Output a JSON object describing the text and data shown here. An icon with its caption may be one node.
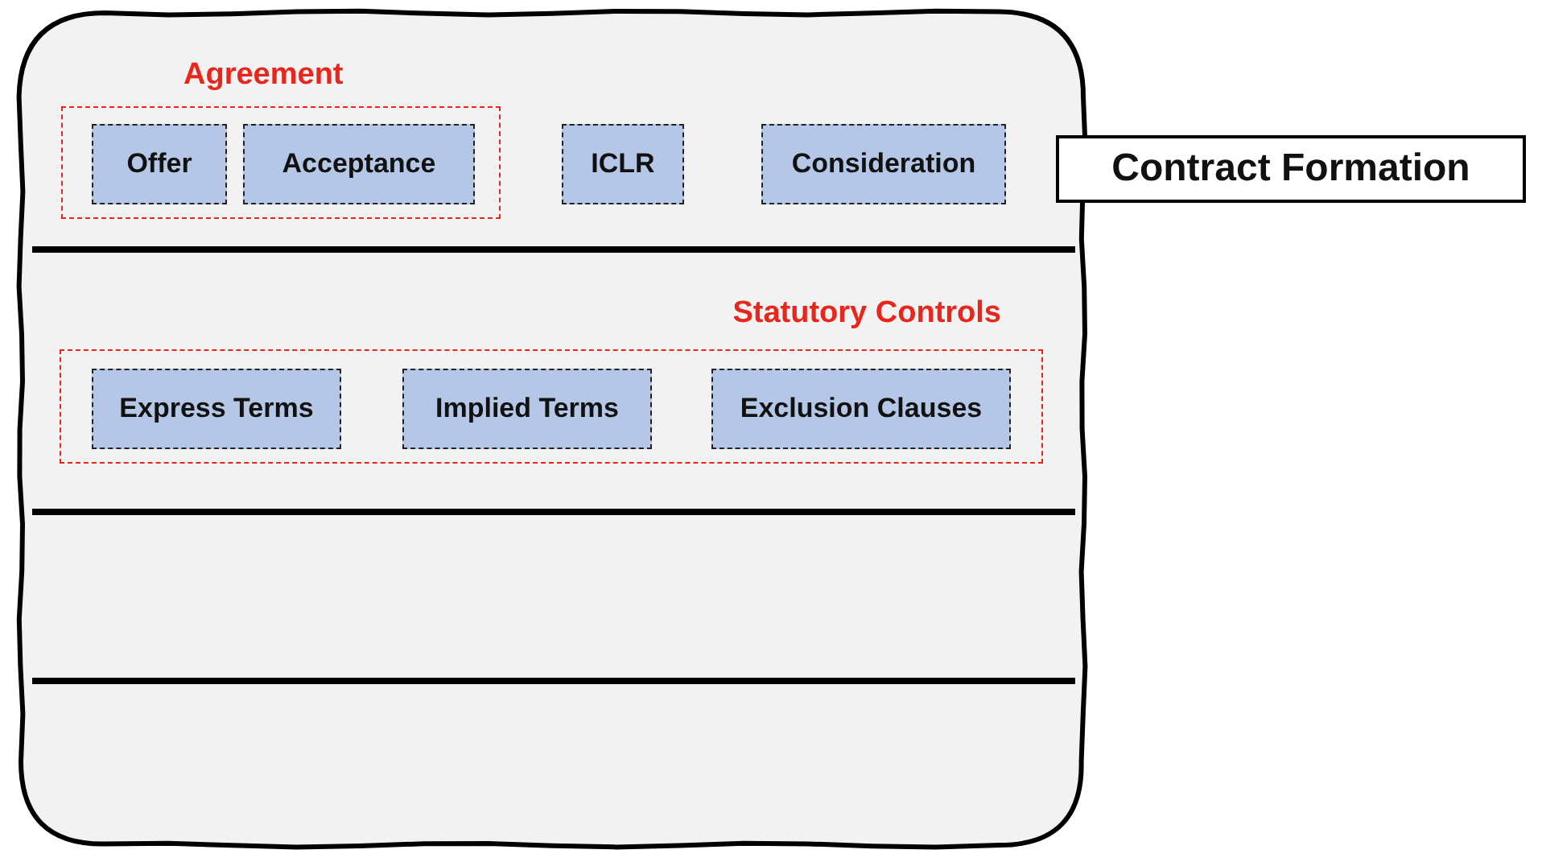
{
  "diagram": {
    "nodes": [
      {
        "text": [],
        "shape": "box"
      },
      {
        "text": [
          "Agreement"
        ],
        "in": 0
      },
      {
        "text": [
          "Offer"
        ],
        "in": 1
      },
      {
        "text": [
          "Acceptance"
        ],
        "in": 1
      },
      {
        "text": [
          "ICLR"
        ],
        "in": 0
      },
      {
        "text": [
          "Consideration"
        ],
        "in": 0
      },
      {
        "text": [
          "Statutory Controls"
        ],
        "in": 0
      },
      {
        "text": [
          "Express Terms"
        ],
        "in": 6
      },
      {
        "text": [
          "Implied Terms"
        ],
        "in": 6
      },
      {
        "text": [
          "Exclusion Clauses"
        ],
        "in": 6
      },
      {
        "text": [
          "Contract Formation"
        ]
      }
    ]
  }
}
